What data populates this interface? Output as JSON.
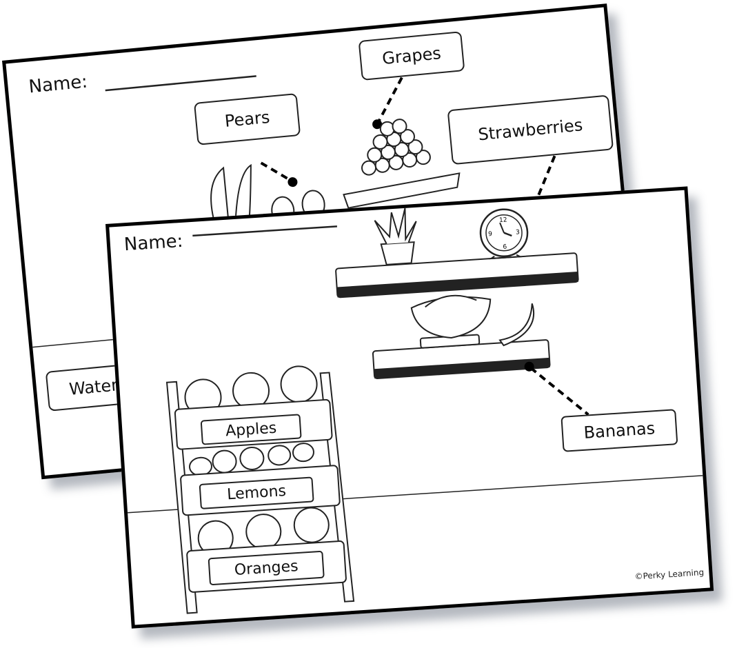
{
  "back_sheet": {
    "name_label": "Name:",
    "labels": [
      "Grapes",
      "Pears",
      "Strawberries",
      "Water"
    ]
  },
  "front_sheet": {
    "name_label": "Name:",
    "labels": [
      "Bananas",
      "Apples",
      "Lemons",
      "Oranges"
    ],
    "clock_numbers": [
      "12",
      "3",
      "6",
      "9"
    ],
    "copyright": "©Perky Learning"
  }
}
